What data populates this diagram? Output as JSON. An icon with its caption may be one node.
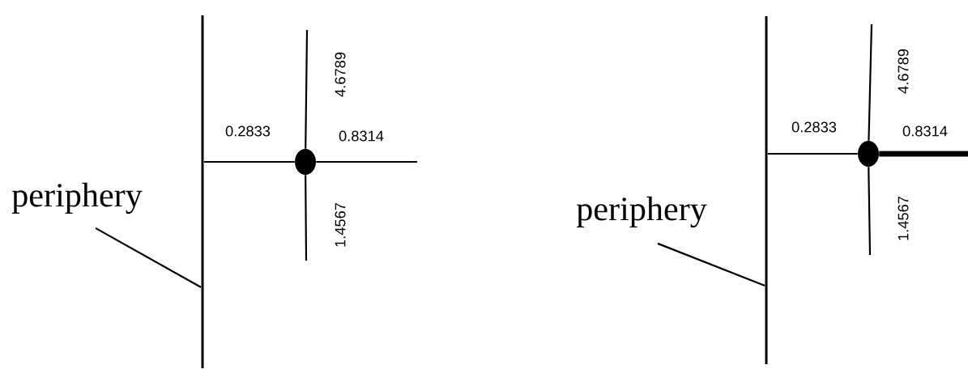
{
  "diagram": {
    "nodes": [
      {
        "text": [
          "periphery"
        ]
      },
      {
        "text": [],
        "shape": "line"
      },
      {
        "text": [],
        "shape": "circle"
      },
      {
        "text": [
          "periphery"
        ]
      },
      {
        "text": [],
        "shape": "line"
      },
      {
        "text": [],
        "shape": "circle"
      }
    ],
    "edges": [
      {
        "from": 2,
        "to": 1,
        "arrow": "none",
        "label": "0.2833"
      },
      {
        "from": 2,
        "to": null,
        "arrow": "none",
        "label": "4.6789"
      },
      {
        "from": 2,
        "to": null,
        "arrow": "none",
        "label": "0.8314"
      },
      {
        "from": 2,
        "to": null,
        "arrow": "none",
        "label": "1.4567"
      },
      {
        "from": 0,
        "to": 1,
        "arrow": "none"
      },
      {
        "from": 5,
        "to": 4,
        "arrow": "none",
        "label": "0.2833"
      },
      {
        "from": 5,
        "to": null,
        "arrow": "none",
        "label": "4.6789"
      },
      {
        "from": 5,
        "to": null,
        "arrow": "none",
        "label": "0.8314",
        "style": "thick"
      },
      {
        "from": 5,
        "to": null,
        "arrow": "none",
        "label": "1.4567"
      },
      {
        "from": 3,
        "to": 4,
        "arrow": "none"
      }
    ]
  }
}
